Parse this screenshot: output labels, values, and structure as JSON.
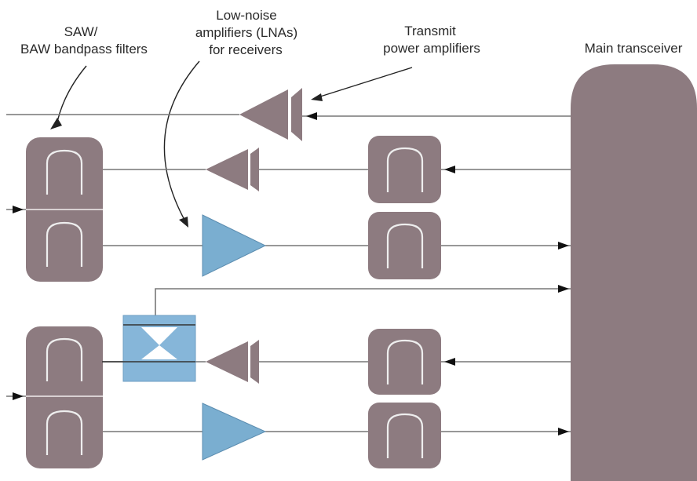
{
  "labels": {
    "filters": [
      "SAW/",
      "BAW bandpass filters"
    ],
    "lnas": [
      "Low-noise",
      "amplifiers (LNAs)",
      "for receivers"
    ],
    "pas": [
      "Transmit",
      "power amplifiers"
    ],
    "transceiver": "Main transceiver"
  },
  "colors": {
    "filter_block": "#8d7b80",
    "transmit_amp": "#8d7b80",
    "lna": "#7aaed0",
    "switch": "#86b6d9",
    "transceiver": "#8d7b80",
    "wire": "#777777",
    "text": "#2a2a2a"
  },
  "icons": {
    "filter": "bandpass-filter-icon",
    "transmit_amp": "power-amplifier-icon",
    "lna": "low-noise-amplifier-icon",
    "switch": "duplex-switch-icon",
    "arrow": "arrowhead-icon"
  }
}
